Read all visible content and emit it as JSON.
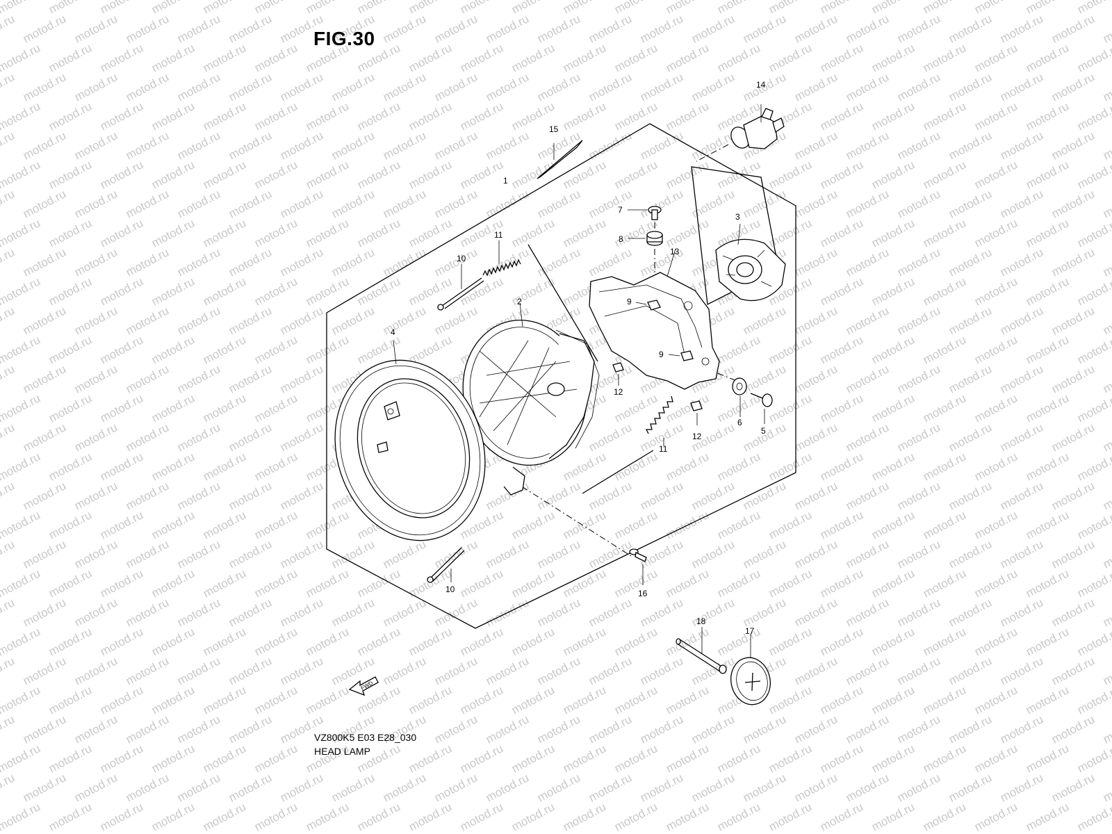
{
  "figure": {
    "title": "FIG.30",
    "model_code": "VZ800K5 E03 E28_030",
    "part_name": "HEAD LAMP",
    "watermark": "motod.ru",
    "fwd_label": "FWD"
  },
  "callouts": {
    "c1": "1",
    "c2": "2",
    "c3": "3",
    "c4": "4",
    "c5": "5",
    "c6": "6",
    "c7": "7",
    "c8": "8",
    "c9a": "9",
    "c9b": "9",
    "c10a": "10",
    "c10b": "10",
    "c11a": "11",
    "c11b": "11",
    "c12a": "12",
    "c12b": "12",
    "c13": "13",
    "c14": "14",
    "c15": "15",
    "c16": "16",
    "c17": "17",
    "c18": "18"
  }
}
